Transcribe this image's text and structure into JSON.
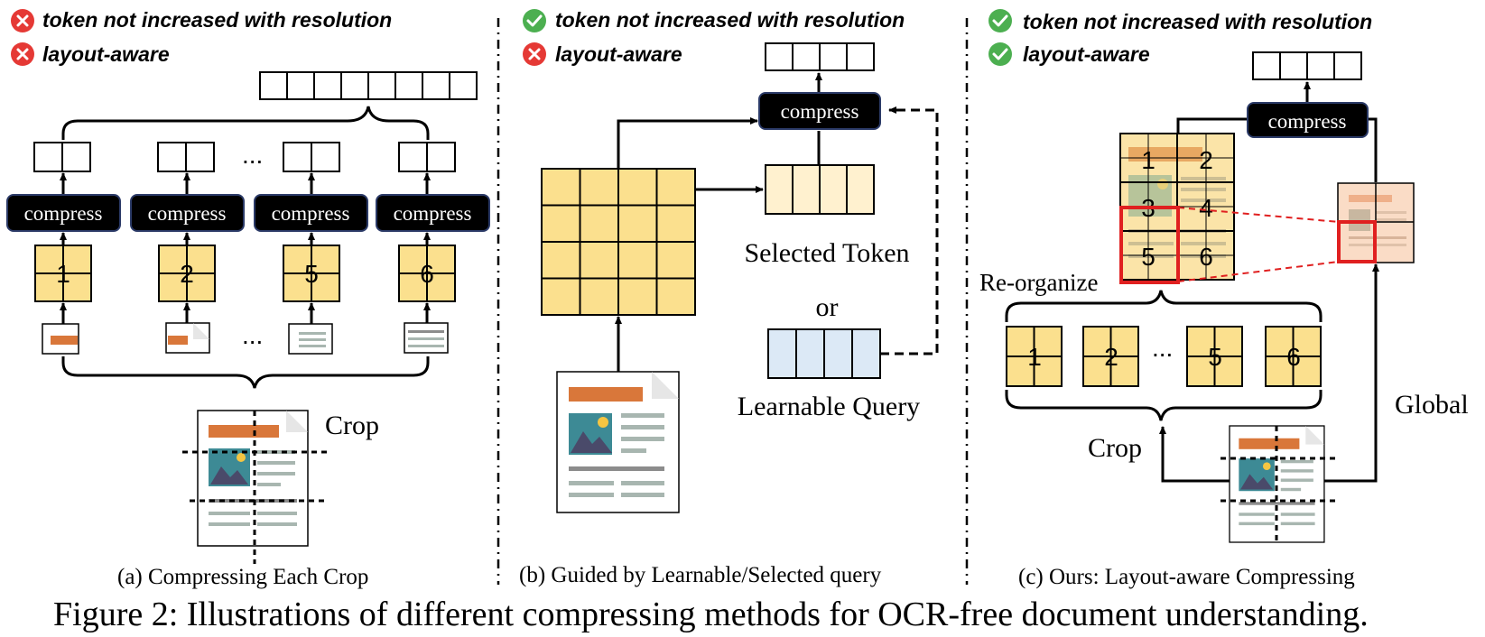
{
  "panels": {
    "a": {
      "criteria": [
        {
          "icon": "cross",
          "text": "token not increased with resolution"
        },
        {
          "icon": "cross",
          "text": "layout-aware"
        }
      ],
      "compress_labels": [
        "compress",
        "compress",
        "compress",
        "compress"
      ],
      "crop_numbers": [
        "1",
        "2",
        "5",
        "6"
      ],
      "ellipsis": "...",
      "crop_label": "Crop",
      "caption": "(a) Compressing Each Crop"
    },
    "b": {
      "criteria": [
        {
          "icon": "check",
          "text": "token not increased with resolution"
        },
        {
          "icon": "cross",
          "text": "layout-aware"
        }
      ],
      "compress_label": "compress",
      "selected_token_label": "Selected Token",
      "or_label": "or",
      "learnable_query_label": "Learnable Query",
      "caption": "(b) Guided by Learnable/Selected query"
    },
    "c": {
      "criteria": [
        {
          "icon": "check",
          "text": "token not increased with resolution"
        },
        {
          "icon": "check",
          "text": "layout-aware"
        }
      ],
      "compress_label": "compress",
      "grid_numbers": [
        "1",
        "2",
        "3",
        "4",
        "5",
        "6"
      ],
      "crop_numbers": [
        "1",
        "2",
        "5",
        "6"
      ],
      "ellipsis": "...",
      "reorganize_label": "Re-organize",
      "crop_label": "Crop",
      "global_label": "Global",
      "caption": "(c) Ours: Layout-aware Compressing"
    }
  },
  "figure_caption": "Figure 2: Illustrations of different compressing methods for OCR-free document understanding.",
  "colors": {
    "check": "#4caf50",
    "cross": "#e53935",
    "token_yellow": "#fbe08e",
    "token_light": "#fff1cf",
    "query_blue": "#dce9f6",
    "compress_bg": "#000000",
    "highlight_red": "#e02020",
    "doc_orange": "#d9773a"
  }
}
